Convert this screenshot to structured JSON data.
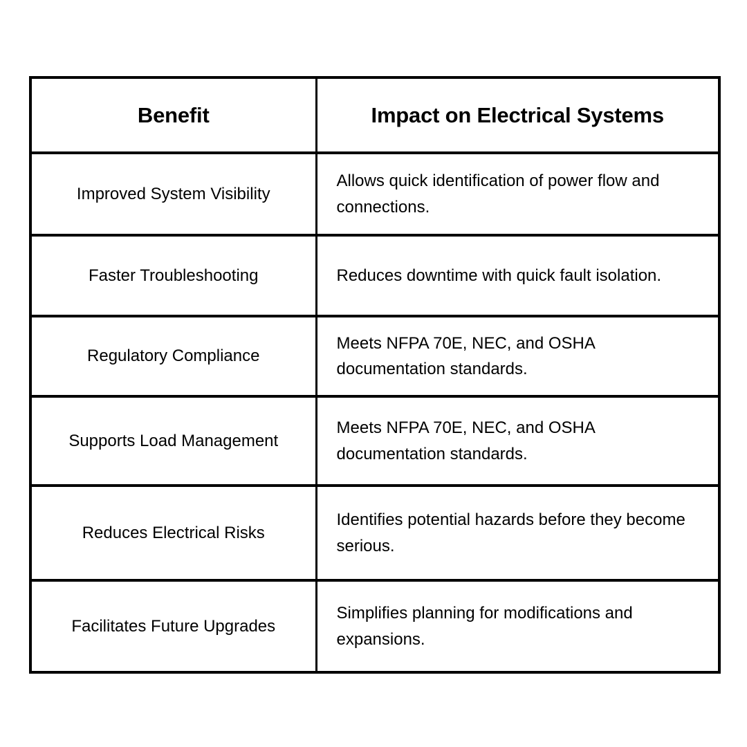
{
  "page": {
    "background_color": "#ffffff",
    "text_color": "#000000",
    "border_color": "#000000"
  },
  "table": {
    "name": "benefits-impact-table",
    "columns": [
      {
        "key": "benefit",
        "header": "Benefit",
        "align": "center"
      },
      {
        "key": "impact",
        "header": "Impact on Electrical Systems",
        "align": "left"
      }
    ],
    "rows": [
      {
        "benefit": "Improved System Visibility",
        "impact": "Allows quick identification of power flow and connections."
      },
      {
        "benefit": "Faster Troubleshooting",
        "impact": "Reduces downtime with quick fault isolation."
      },
      {
        "benefit": "Regulatory Compliance",
        "impact": "Meets NFPA 70E, NEC, and OSHA documentation standards."
      },
      {
        "benefit": "Supports Load Management",
        "impact": "Meets NFPA 70E, NEC, and OSHA documentation standards."
      },
      {
        "benefit": "Reduces Electrical Risks",
        "impact": "Identifies potential hazards before they become serious."
      },
      {
        "benefit": "Facilitates Future Upgrades",
        "impact": "Simplifies planning for modifications and expansions."
      }
    ]
  }
}
